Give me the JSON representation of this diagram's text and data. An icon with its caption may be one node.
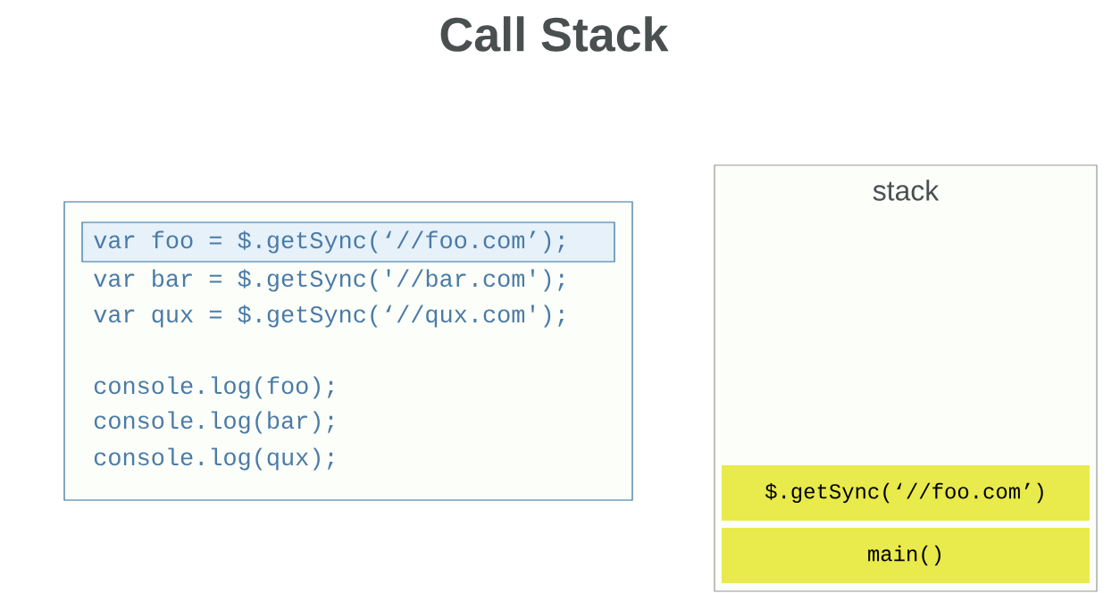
{
  "diagram": {
    "title": "Call Stack",
    "nodes": [
      {
        "text": [
          "var bar = $.getSync('//bar.com');",
          "var qux = $.getSync(‘//qux.com');",
          "console.log(foo);",
          "console.log(bar);",
          "console.log(qux);"
        ]
      },
      {
        "text": [
          "var foo = $.getSync(‘//foo.com’);"
        ],
        "in": 0
      },
      {
        "text": [
          "stack"
        ]
      },
      {
        "text": [
          "$.getSync(‘//foo.com’)"
        ],
        "in": 2
      },
      {
        "text": [
          "main()"
        ],
        "in": 2
      }
    ]
  }
}
